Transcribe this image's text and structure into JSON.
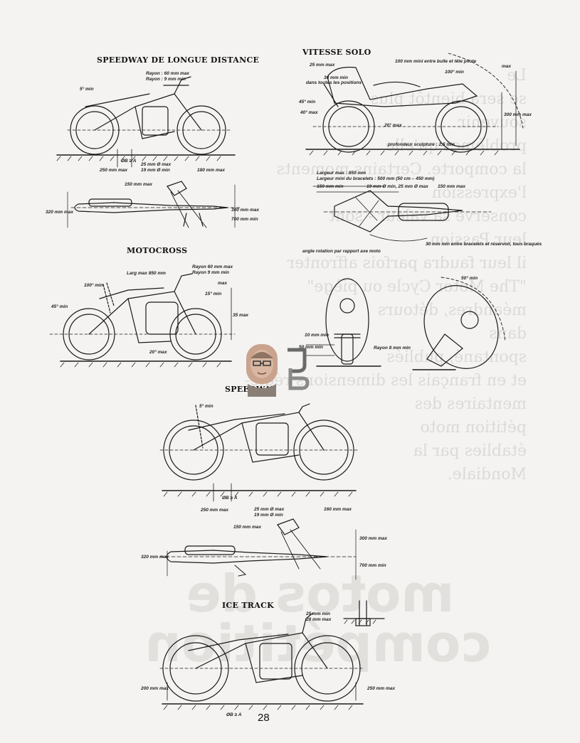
{
  "page_number": "28",
  "background_text": {
    "paragraph": [
      "Le",
      "se sera bientôt plus",
      "souvenir",
      "problèmes qu'elle",
      "la comporte. Certains moments",
      "l'expression",
      "conserve sa valeur - sont",
      "leur Passion.",
      "il leur faudra parfois affronter",
      "\"The Motor Cycle ou piège\"",
      "méandres, détours",
      "dans",
      "spontané, publiés",
      "et en français les dimensions régle-",
      "mentaires des",
      "pétition moto",
      "établies par la",
      "Mondiale."
    ],
    "title_lines": [
      "motos de",
      "compétition"
    ]
  },
  "sections": {
    "speedway_longue": {
      "title": "SPEEDWAY DE LONGUE DISTANCE",
      "notes": [
        "Rayon : 60 mm max",
        "Rayon : 9 mm min",
        "5° min",
        "ØB ≥ A",
        "250 mm max",
        "25 mm Ø max",
        "19 mm Ø min",
        "180 mm max",
        "150 mm max",
        "320 mm max",
        "300 mm max",
        "700 mm min"
      ]
    },
    "vitesse_solo": {
      "title": "VITESSE SOLO",
      "notes": [
        "25 mm max",
        "100 mm mini entre bulle et tête pilote",
        "30 mm min",
        "dans toutes les positions",
        "100° min",
        "45° min",
        "40° max",
        "20° max",
        "300 mm max",
        "max",
        "profondeur sculpture : 2,5 min",
        "Largeur max : 850 mm",
        "Largeur mini du bracelets : 500 mm (50 cm – 450 mm)",
        "150 mm min",
        "19 mm Ø min, 25 mm Ø max",
        "150 mm max",
        "30 mm min entre bracelets et réservoir, tous braqués",
        "angle rotation par rapport axe moto"
      ]
    },
    "motocross": {
      "title": "MOTOCROSS",
      "notes": [
        "Larg max 850 mm",
        "Rayon 60 mm max",
        "Rayon 9 mm min",
        "100° min",
        "45° min",
        "15° min",
        "max",
        "20° max",
        "35 max",
        "10 mm min",
        "50 mm min",
        "Rayon 8 mm min",
        "50° min"
      ]
    },
    "speedway": {
      "title": "SPEEDWAY",
      "notes": [
        "5° min",
        "ØB ≥ A",
        "250 mm max",
        "25 mm Ø max",
        "19 mm Ø min",
        "160 mm max",
        "150 mm max",
        "300 mm max",
        "320 mm max",
        "700 mm min"
      ]
    },
    "ice_track": {
      "title": "ICE TRACK",
      "notes": [
        "25 mm min",
        "28 mm max",
        "200 mm max",
        "250 mm max",
        "ØB ≥ A"
      ]
    }
  },
  "colors": {
    "ink": "#1a1a1a",
    "paper": "#f4f3f1",
    "ghost": "#d8d6d3"
  },
  "icons": [
    "avatar-photo",
    "logo-jb"
  ]
}
